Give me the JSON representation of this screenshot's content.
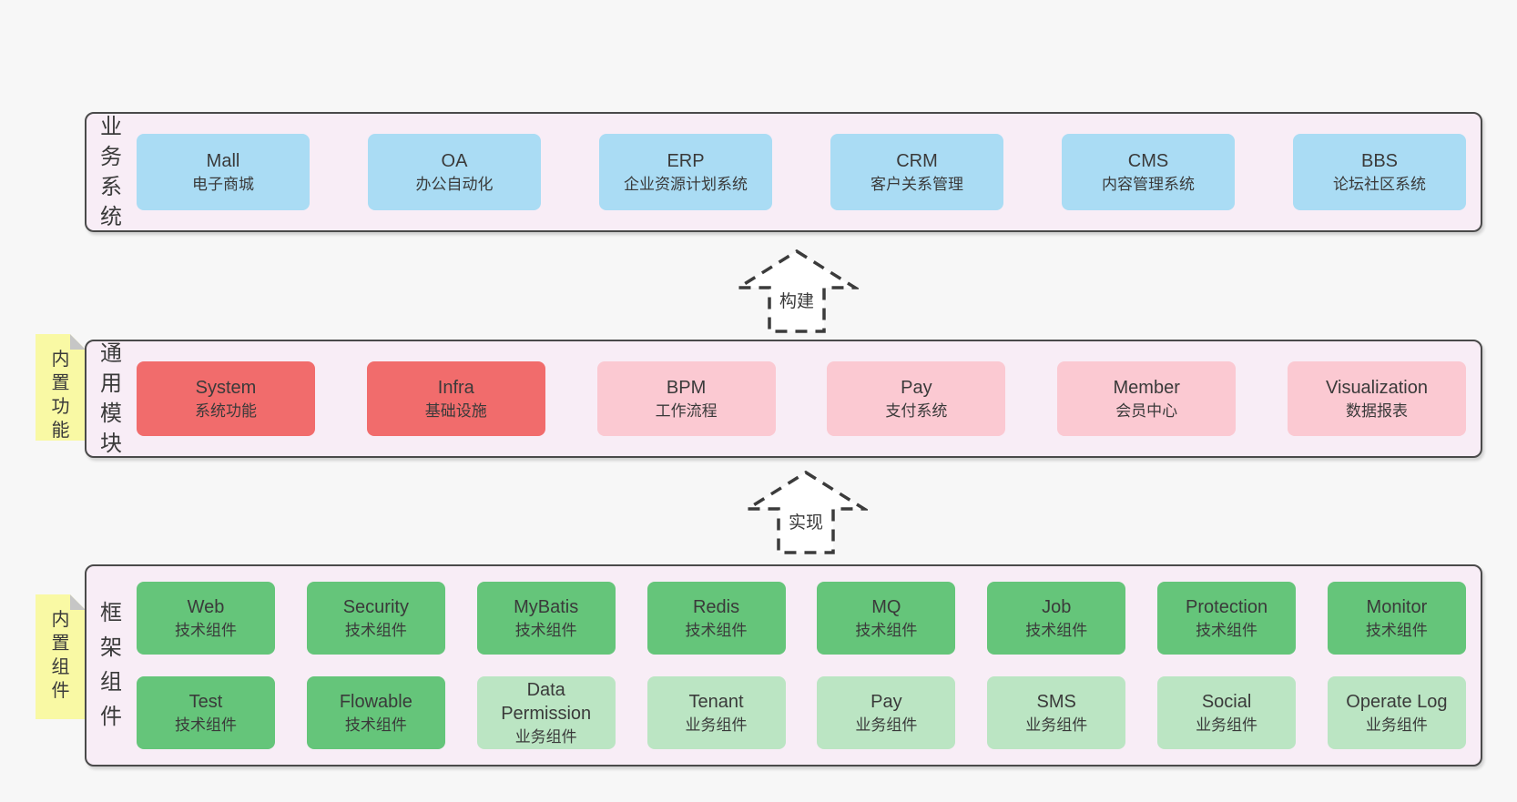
{
  "colors": {
    "page_background": "#f7f7f7",
    "panel_background": "#f8edf6",
    "panel_border": "#4a4a4a",
    "business_box": "#aadcf4",
    "module_box_red": "#f16c6c",
    "module_box_pink": "#fbc9d2",
    "framework_box_dark_green": "#65c57a",
    "framework_box_light_green": "#bbe5c3",
    "sticky_note": "#f9f9a4",
    "sticky_fold": "#c6c6c6",
    "text": "#3a3a3a"
  },
  "arrows": {
    "build": {
      "label": "构建"
    },
    "implement": {
      "label": "实现"
    }
  },
  "sections": {
    "business": {
      "label": "业务系统",
      "boxes": [
        {
          "name": "Mall",
          "desc": "电子商城"
        },
        {
          "name": "OA",
          "desc": "办公自动化"
        },
        {
          "name": "ERP",
          "desc": "企业资源计划系统"
        },
        {
          "name": "CRM",
          "desc": "客户关系管理"
        },
        {
          "name": "CMS",
          "desc": "内容管理系统"
        },
        {
          "name": "BBS",
          "desc": "论坛社区系统"
        }
      ]
    },
    "modules": {
      "label": "通用模块",
      "sticky": "内置功能",
      "boxes": [
        {
          "name": "System",
          "desc": "系统功能",
          "variant": "red"
        },
        {
          "name": "Infra",
          "desc": "基础设施",
          "variant": "red"
        },
        {
          "name": "BPM",
          "desc": "工作流程",
          "variant": "pink"
        },
        {
          "name": "Pay",
          "desc": "支付系统",
          "variant": "pink"
        },
        {
          "name": "Member",
          "desc": "会员中心",
          "variant": "pink"
        },
        {
          "name": "Visualization",
          "desc": "数据报表",
          "variant": "pink"
        }
      ]
    },
    "framework": {
      "label": "框架组件",
      "sticky": "内置组件",
      "rows": [
        [
          {
            "name": "Web",
            "desc": "技术组件",
            "variant": "dark-green"
          },
          {
            "name": "Security",
            "desc": "技术组件",
            "variant": "dark-green"
          },
          {
            "name": "MyBatis",
            "desc": "技术组件",
            "variant": "dark-green"
          },
          {
            "name": "Redis",
            "desc": "技术组件",
            "variant": "dark-green"
          },
          {
            "name": "MQ",
            "desc": "技术组件",
            "variant": "dark-green"
          },
          {
            "name": "Job",
            "desc": "技术组件",
            "variant": "dark-green"
          },
          {
            "name": "Protection",
            "desc": "技术组件",
            "variant": "dark-green"
          },
          {
            "name": "Monitor",
            "desc": "技术组件",
            "variant": "dark-green"
          }
        ],
        [
          {
            "name": "Test",
            "desc": "技术组件",
            "variant": "dark-green"
          },
          {
            "name": "Flowable",
            "desc": "技术组件",
            "variant": "dark-green"
          },
          {
            "name": "Data Permission",
            "desc": "业务组件",
            "variant": "light-green"
          },
          {
            "name": "Tenant",
            "desc": "业务组件",
            "variant": "light-green"
          },
          {
            "name": "Pay",
            "desc": "业务组件",
            "variant": "light-green"
          },
          {
            "name": "SMS",
            "desc": "业务组件",
            "variant": "light-green"
          },
          {
            "name": "Social",
            "desc": "业务组件",
            "variant": "light-green"
          },
          {
            "name": "Operate Log",
            "desc": "业务组件",
            "variant": "light-green"
          }
        ]
      ]
    }
  }
}
